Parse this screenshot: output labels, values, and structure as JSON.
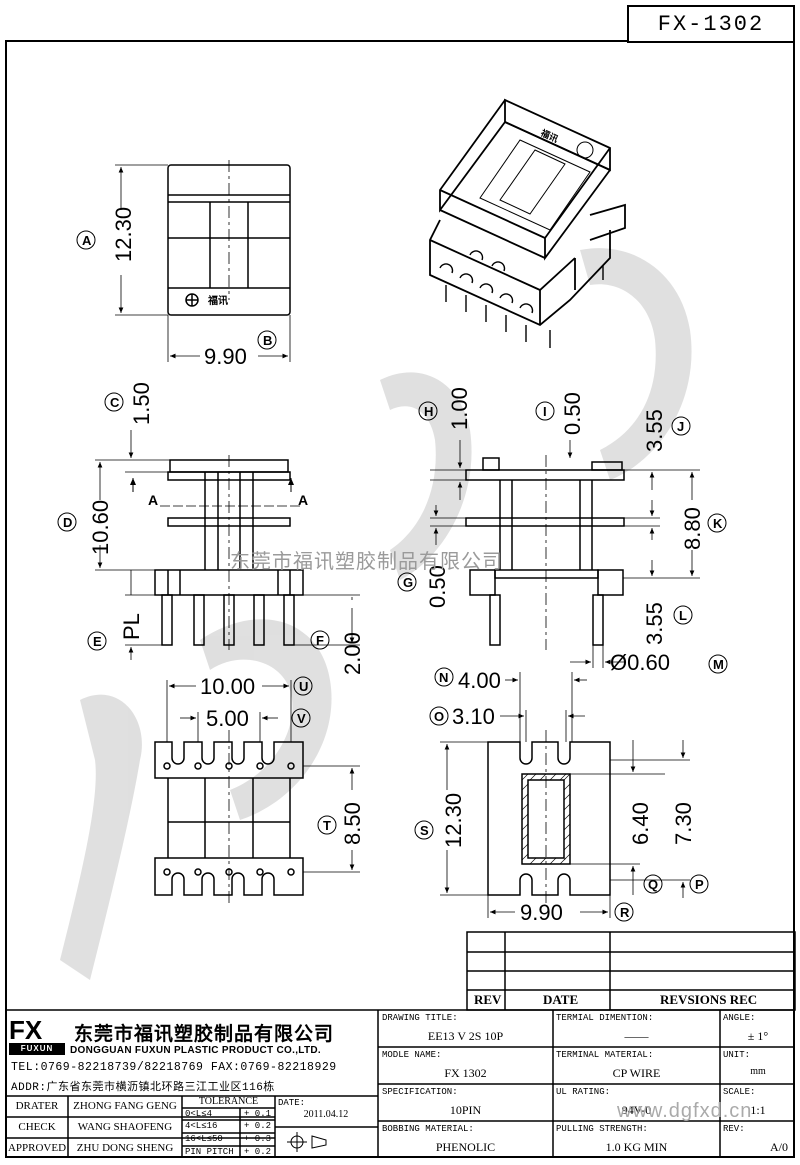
{
  "part_number": "FX-1302",
  "watermark": "东莞市福讯塑胶制品有限公司",
  "website": "www.dgfxd.cn",
  "top_view": {
    "label_a": "A",
    "dim_a": "12.30",
    "label_b": "B",
    "dim_b": "9.90"
  },
  "front_view": {
    "label_c": "C",
    "dim_c": "1.50",
    "label_d": "D",
    "dim_d": "10.60",
    "label_e": "E",
    "dim_e": "PL",
    "label_f": "F",
    "dim_f": "2.00",
    "section_left": "A",
    "section_right": "A"
  },
  "side_view": {
    "label_h": "H",
    "dim_h": "1.00",
    "label_i": "I",
    "dim_i": "0.50",
    "label_j": "J",
    "dim_j": "3.55",
    "label_k": "K",
    "dim_k": "8.80",
    "label_g": "G",
    "dim_g": "0.50",
    "label_l": "L",
    "dim_l": "3.55",
    "label_m": "M",
    "dim_m": "Ø0.60"
  },
  "bottom_view": {
    "label_u": "U",
    "dim_u": "10.00",
    "label_v": "V",
    "dim_v": "5.00",
    "label_t": "T",
    "dim_t": "8.50"
  },
  "section_view": {
    "label_n": "N",
    "dim_n": "4.00",
    "label_o": "O",
    "dim_o": "3.10",
    "label_s": "S",
    "dim_s": "12.30",
    "label_q": "Q",
    "dim_q": "6.40",
    "label_p": "P",
    "dim_p": "7.30",
    "label_r": "R",
    "dim_r": "9.90"
  },
  "revision_table": {
    "headers": [
      "REV",
      "DATE",
      "REVSIONS REC"
    ]
  },
  "title_block": {
    "logo": "FX",
    "logo_sub": "FUXUN",
    "company_cn": "东莞市福讯塑胶制品有限公司",
    "company_en": "DONGGUAN FUXUN PLASTIC PRODUCT CO.,LTD.",
    "tel": "TEL:0769-82218739/82218769 FAX:0769-82218929",
    "addr": "ADDR:广东省东莞市横沥镇北环路三江工业区116栋",
    "drawing_title_label": "DRAWING TITLE:",
    "drawing_title": "EE13 V 2S 10P",
    "terminal_dimention_label": "TERMIAL DIMENTION:",
    "terminal_dimention": "——",
    "angle_label": "ANGLE:",
    "angle": "± 1°",
    "model_name_label": "MODLE NAME:",
    "model_name": "FX 1302",
    "terminal_material_label": "TERMINAL MATERIAL:",
    "terminal_material": "CP WIRE",
    "unit_label": "UNIT:",
    "unit": "mm",
    "specification_label": "SPECIFICATION:",
    "specification": "10PIN",
    "ul_rating_label": "UL RATING:",
    "ul_rating": "94V-0",
    "scale_label": "SCALE:",
    "scale": "1:1",
    "bobbin_material_label": "BOBBING MATERIAL:",
    "bobbin_material": "PHENOLIC",
    "pulling_strength_label": "PULLING STRENGTH:",
    "pulling_strength": "1.0 KG MIN",
    "rev_label": "REV:",
    "rev": "A/0",
    "drater_label": "DRATER",
    "drater": "ZHONG FANG GENG",
    "check_label": "CHECK",
    "check": "WANG SHAOFENG",
    "approved_label": "APPROVED",
    "approved": "ZHU DONG SHENG",
    "tolerance_label": "TOLERANCE",
    "tolerances": [
      {
        "range": "0<L≤4",
        "value": "+ 0.1"
      },
      {
        "range": "4<L≤16",
        "value": "+ 0.2"
      },
      {
        "range": "16<L≤50",
        "value": "+ 0.3"
      },
      {
        "range": "PIN PITCH",
        "value": "+ 0.2"
      }
    ],
    "date_label": "DATE:",
    "date": "2011.04.12"
  }
}
